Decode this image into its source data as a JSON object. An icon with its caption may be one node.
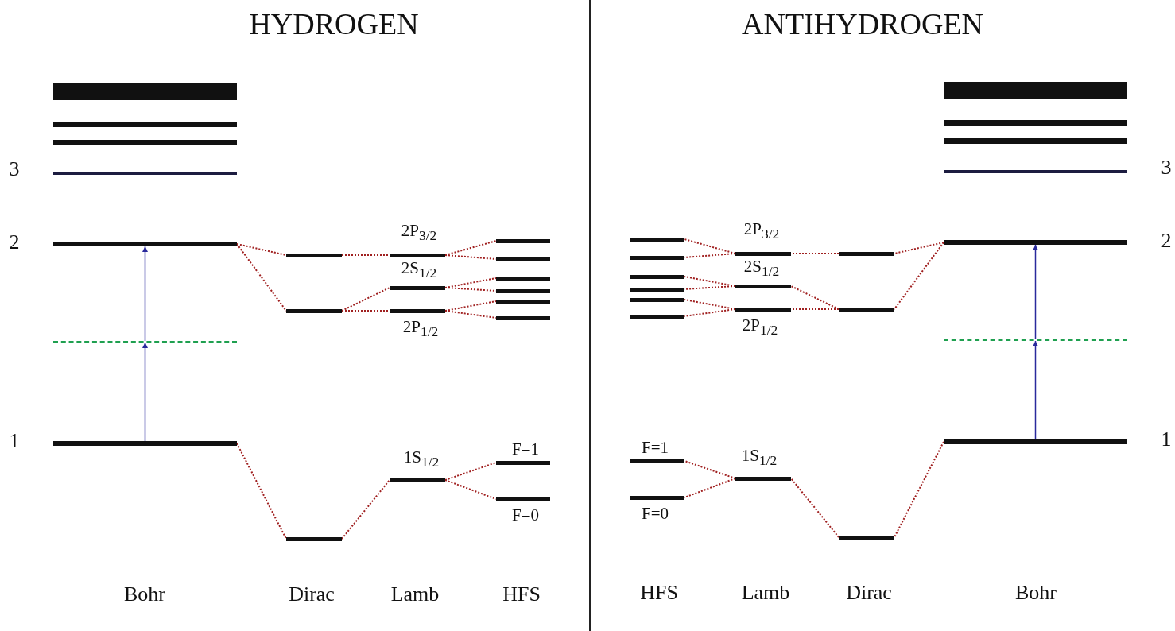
{
  "diagram": {
    "nodes": [
      {
        "text": [],
        "shape": "bar"
      },
      {
        "text": [],
        "shape": "bar"
      },
      {
        "text": [],
        "shape": "bar"
      },
      {
        "text": [],
        "shape": "bar",
        "beside": [
          "3"
        ]
      },
      {
        "text": [],
        "shape": "bar",
        "beside": [
          "2"
        ]
      },
      {
        "text": [],
        "shape": "bar"
      },
      {
        "text": [],
        "shape": "bar",
        "beside": [
          "1"
        ]
      },
      {
        "text": [],
        "shape": "bar"
      },
      {
        "text": [],
        "shape": "bar"
      },
      {
        "text": [],
        "shape": "bar"
      },
      {
        "text": [],
        "shape": "bar",
        "beside": [
          "2P$_{3/2}$"
        ]
      },
      {
        "text": [],
        "shape": "bar",
        "beside": [
          "2S$_{1/2}$"
        ]
      },
      {
        "text": [],
        "shape": "bar",
        "beside": [
          "2P$_{1/2}$"
        ]
      },
      {
        "text": [],
        "shape": "bar",
        "beside": [
          "1S$_{1/2}$"
        ]
      },
      {
        "text": [],
        "shape": "bar"
      },
      {
        "text": [],
        "shape": "bar"
      },
      {
        "text": [],
        "shape": "bar"
      },
      {
        "text": [],
        "shape": "bar"
      },
      {
        "text": [],
        "shape": "bar"
      },
      {
        "text": [],
        "shape": "bar"
      },
      {
        "text": [],
        "shape": "bar",
        "beside": [
          "F=1"
        ]
      },
      {
        "text": [],
        "shape": "bar",
        "beside": [
          "F=0"
        ]
      },
      {
        "text": [],
        "shape": "bar"
      },
      {
        "text": [],
        "shape": "bar"
      },
      {
        "text": [],
        "shape": "bar"
      },
      {
        "text": [],
        "shape": "bar",
        "beside": [
          "3"
        ]
      },
      {
        "text": [],
        "shape": "bar",
        "beside": [
          "2"
        ]
      },
      {
        "text": [],
        "shape": "bar"
      },
      {
        "text": [],
        "shape": "bar",
        "beside": [
          "1"
        ]
      },
      {
        "text": [],
        "shape": "bar"
      },
      {
        "text": [],
        "shape": "bar"
      },
      {
        "text": [],
        "shape": "bar"
      },
      {
        "text": [],
        "shape": "bar",
        "beside": [
          "2P$_{3/2}$"
        ]
      },
      {
        "text": [],
        "shape": "bar",
        "beside": [
          "2S$_{1/2}$"
        ]
      },
      {
        "text": [],
        "shape": "bar",
        "beside": [
          "2P$_{1/2}$"
        ]
      },
      {
        "text": [],
        "shape": "bar",
        "beside": [
          "1S$_{1/2}$"
        ]
      },
      {
        "text": [],
        "shape": "bar"
      },
      {
        "text": [],
        "shape": "bar"
      },
      {
        "text": [],
        "shape": "bar"
      },
      {
        "text": [],
        "shape": "bar"
      },
      {
        "text": [],
        "shape": "bar"
      },
      {
        "text": [],
        "shape": "bar"
      },
      {
        "text": [],
        "shape": "bar",
        "beside": [
          "F=1"
        ]
      },
      {
        "text": [],
        "shape": "bar",
        "beside": [
          "F=0"
        ]
      }
    ],
    "edges": [
      {
        "from": 6,
        "to": 5,
        "arrow": "to",
        "color": "#2a2a9c"
      },
      {
        "from": 5,
        "to": 4,
        "arrow": "to",
        "color": "#2a2a9c"
      },
      {
        "from": 4,
        "to": 7,
        "arrow": "none",
        "style": "dashed",
        "color": "#a02020"
      },
      {
        "from": 4,
        "to": 8,
        "arrow": "none",
        "style": "dashed",
        "color": "#a02020"
      },
      {
        "from": 7,
        "to": 10,
        "arrow": "none",
        "style": "dashed",
        "color": "#a02020"
      },
      {
        "from": 8,
        "to": 11,
        "arrow": "none",
        "style": "dashed",
        "color": "#a02020"
      },
      {
        "from": 8,
        "to": 12,
        "arrow": "none",
        "style": "dashed",
        "color": "#a02020"
      },
      {
        "from": 10,
        "to": 14,
        "arrow": "none",
        "style": "dashed",
        "color": "#a02020"
      },
      {
        "from": 10,
        "to": 15,
        "arrow": "none",
        "style": "dashed",
        "color": "#a02020"
      },
      {
        "from": 11,
        "to": 16,
        "arrow": "none",
        "style": "dashed",
        "color": "#a02020"
      },
      {
        "from": 11,
        "to": 17,
        "arrow": "none",
        "style": "dashed",
        "color": "#a02020"
      },
      {
        "from": 12,
        "to": 18,
        "arrow": "none",
        "style": "dashed",
        "color": "#a02020"
      },
      {
        "from": 12,
        "to": 19,
        "arrow": "none",
        "style": "dashed",
        "color": "#a02020"
      },
      {
        "from": 6,
        "to": 9,
        "arrow": "none",
        "style": "dashed",
        "color": "#a02020"
      },
      {
        "from": 9,
        "to": 13,
        "arrow": "none",
        "style": "dashed",
        "color": "#a02020"
      },
      {
        "from": 13,
        "to": 20,
        "arrow": "none",
        "style": "dashed",
        "color": "#a02020"
      },
      {
        "from": 13,
        "to": 21,
        "arrow": "none",
        "style": "dashed",
        "color": "#a02020"
      },
      {
        "from": 28,
        "to": 27,
        "arrow": "to",
        "color": "#2a2a9c"
      },
      {
        "from": 27,
        "to": 26,
        "arrow": "to",
        "color": "#2a2a9c"
      },
      {
        "from": 26,
        "to": 29,
        "arrow": "none",
        "style": "dashed",
        "color": "#a02020"
      },
      {
        "from": 26,
        "to": 30,
        "arrow": "none",
        "style": "dashed",
        "color": "#a02020"
      },
      {
        "from": 29,
        "to": 32,
        "arrow": "none",
        "style": "dashed",
        "color": "#a02020"
      },
      {
        "from": 30,
        "to": 33,
        "arrow": "none",
        "style": "dashed",
        "color": "#a02020"
      },
      {
        "from": 30,
        "to": 34,
        "arrow": "none",
        "style": "dashed",
        "color": "#a02020"
      },
      {
        "from": 32,
        "to": 36,
        "arrow": "none",
        "style": "dashed",
        "color": "#a02020"
      },
      {
        "from": 32,
        "to": 37,
        "arrow": "none",
        "style": "dashed",
        "color": "#a02020"
      },
      {
        "from": 33,
        "to": 38,
        "arrow": "none",
        "style": "dashed",
        "color": "#a02020"
      },
      {
        "from": 33,
        "to": 39,
        "arrow": "none",
        "style": "dashed",
        "color": "#a02020"
      },
      {
        "from": 34,
        "to": 40,
        "arrow": "none",
        "style": "dashed",
        "color": "#a02020"
      },
      {
        "from": 34,
        "to": 41,
        "arrow": "none",
        "style": "dashed",
        "color": "#a02020"
      },
      {
        "from": 28,
        "to": 31,
        "arrow": "none",
        "style": "dashed",
        "color": "#a02020"
      },
      {
        "from": 31,
        "to": 35,
        "arrow": "none",
        "style": "dashed",
        "color": "#a02020"
      },
      {
        "from": 35,
        "to": 42,
        "arrow": "none",
        "style": "dashed",
        "color": "#a02020"
      },
      {
        "from": 35,
        "to": 43,
        "arrow": "none",
        "style": "dashed",
        "color": "#a02020"
      }
    ],
    "labels": [
      "HYDROGEN",
      "ANTIHYDROGEN",
      "Bohr",
      "Dirac",
      "Lamb",
      "HFS",
      "HFS",
      "Lamb",
      "Dirac",
      "Bohr"
    ]
  }
}
